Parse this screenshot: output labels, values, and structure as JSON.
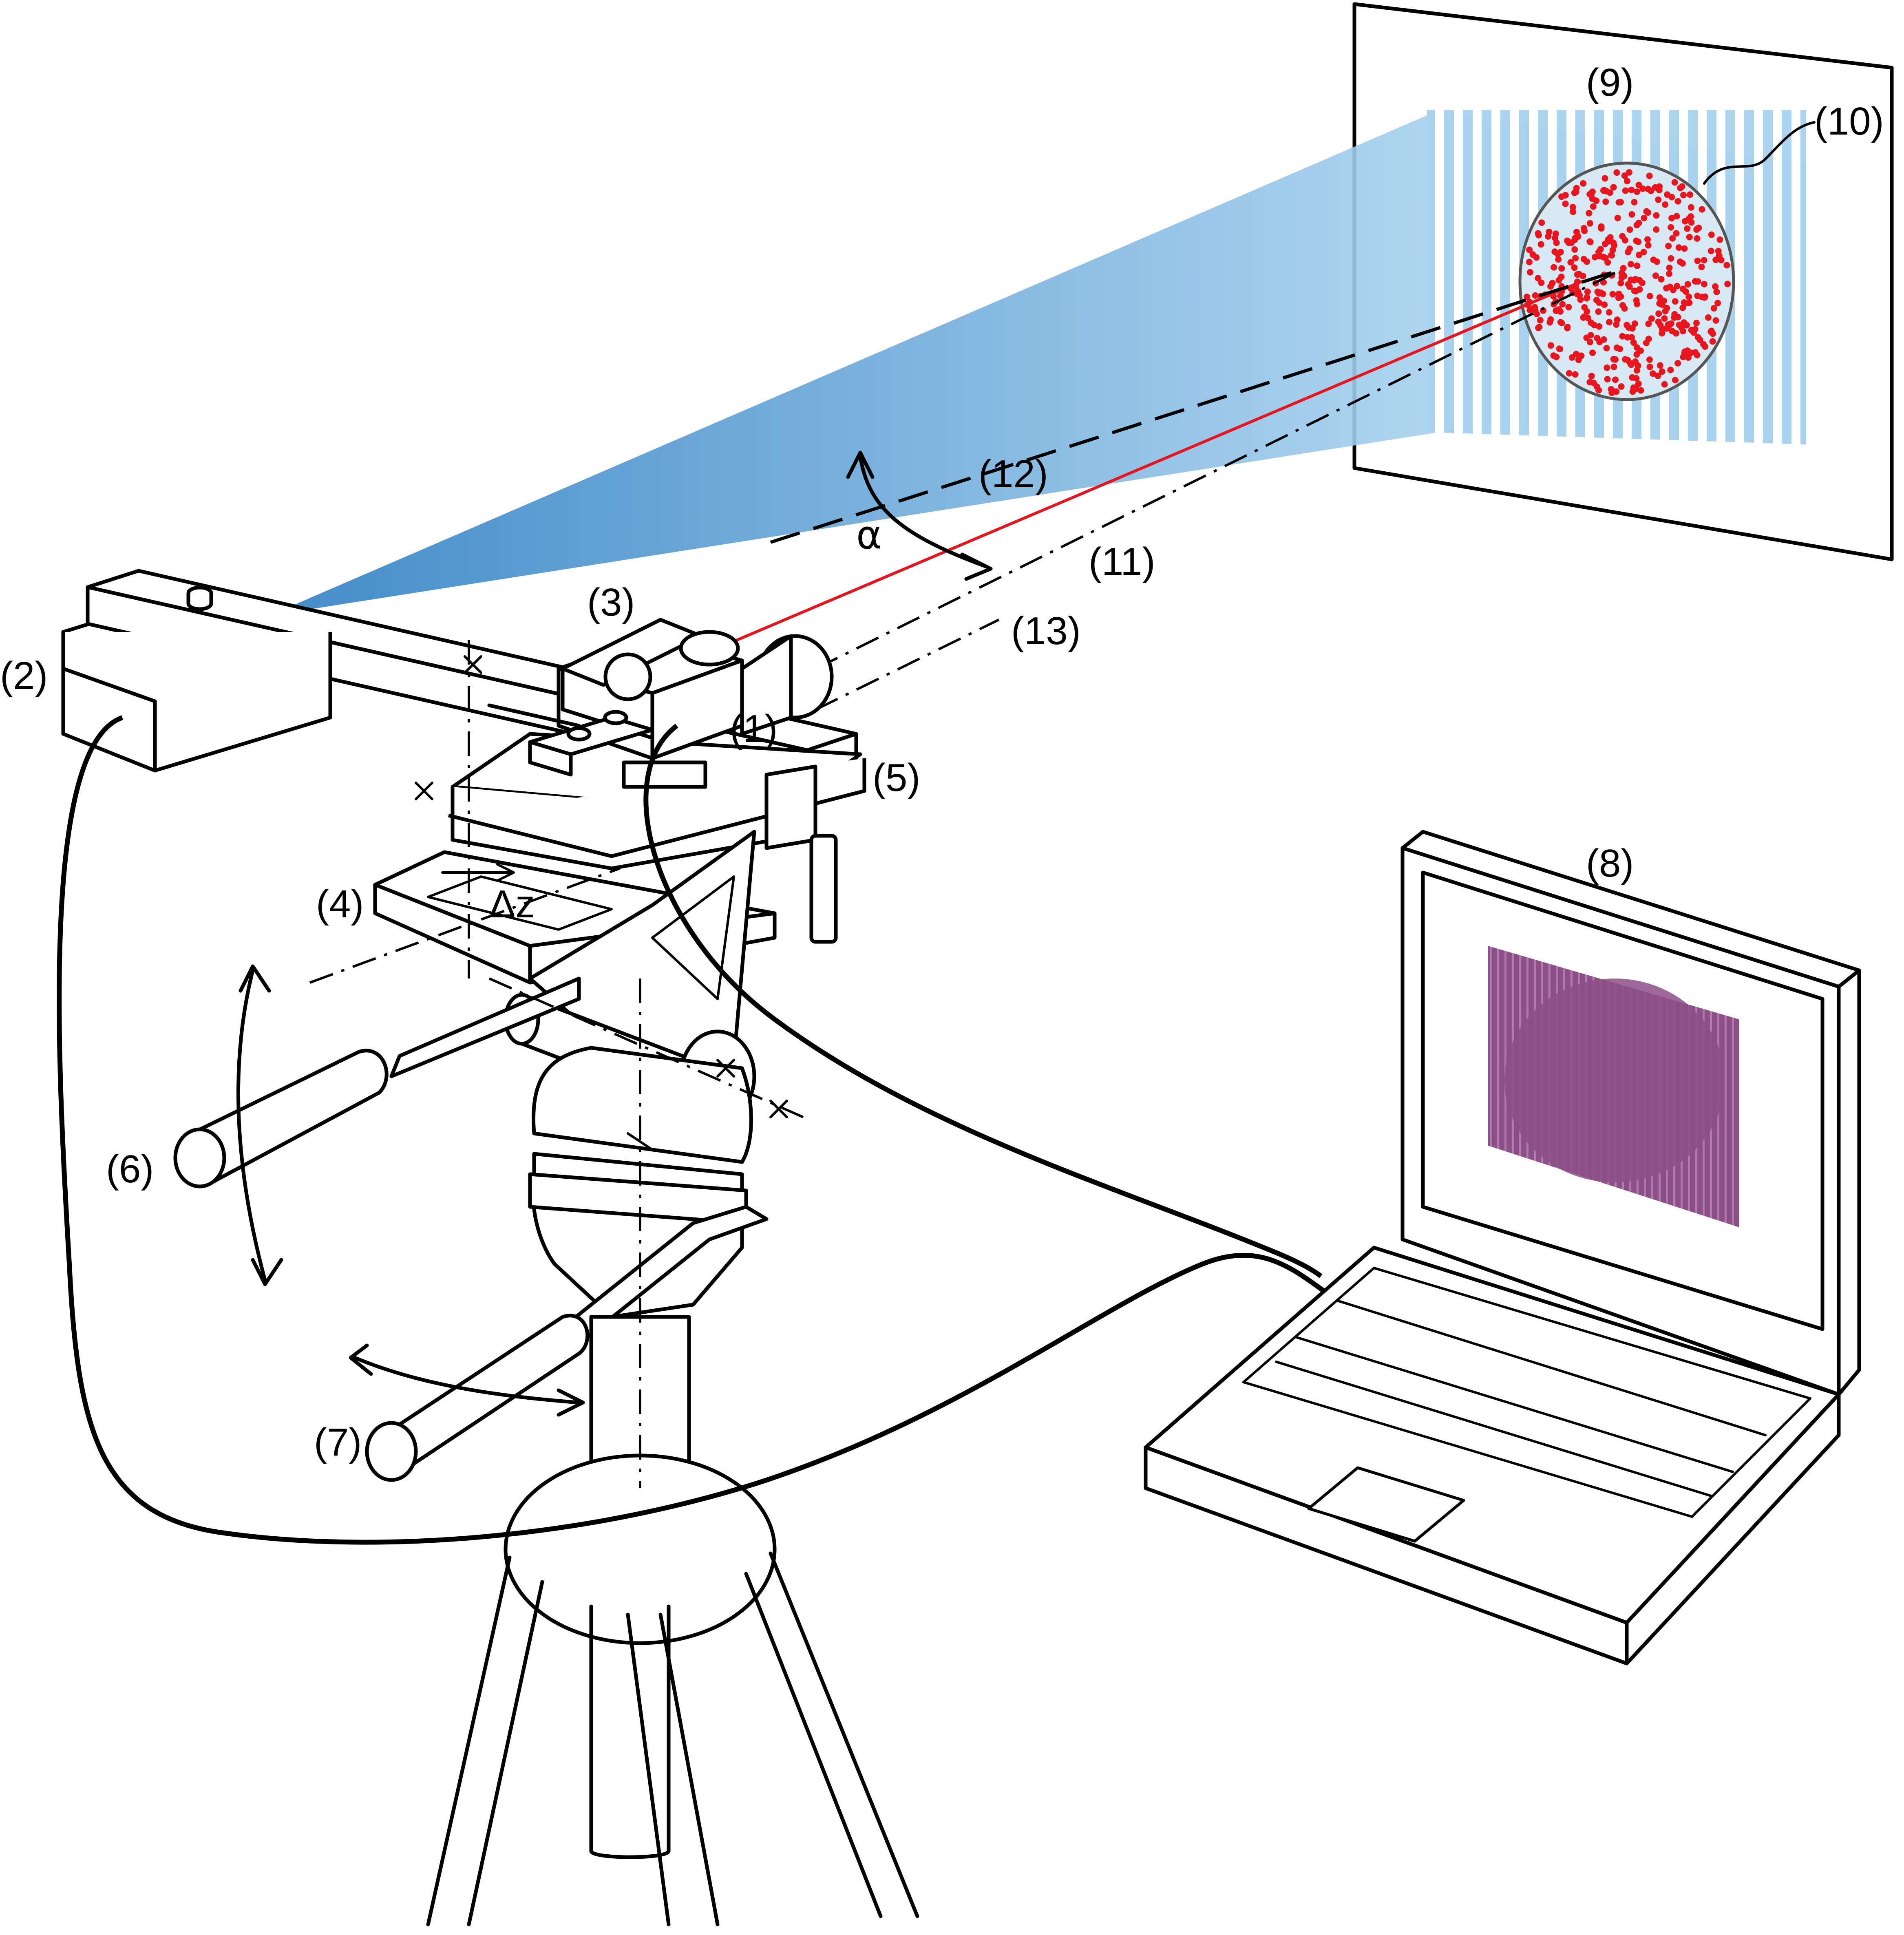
{
  "labels": {
    "l1": "(1)",
    "l2": "(2)",
    "l3": "(3)",
    "l4": "(4)",
    "l5": "(5)",
    "l6": "(6)",
    "l7": "(7)",
    "l8": "(8)",
    "l9": "(9)",
    "l10": "(10)",
    "l11": "(11)",
    "l12": "(12)",
    "l13": "(13)",
    "alpha": "α",
    "dz": "Δz"
  },
  "colors": {
    "laser": "#e8141e",
    "projection": "#5aa5d8",
    "stripes": "#a9d2ee",
    "speckle": "#e8141e",
    "screen_image": "#8c4f86",
    "outline": "#000000"
  },
  "icons": {
    "camera": "camera-icon",
    "laptop": "laptop-icon",
    "tripod": "tripod-icon"
  }
}
